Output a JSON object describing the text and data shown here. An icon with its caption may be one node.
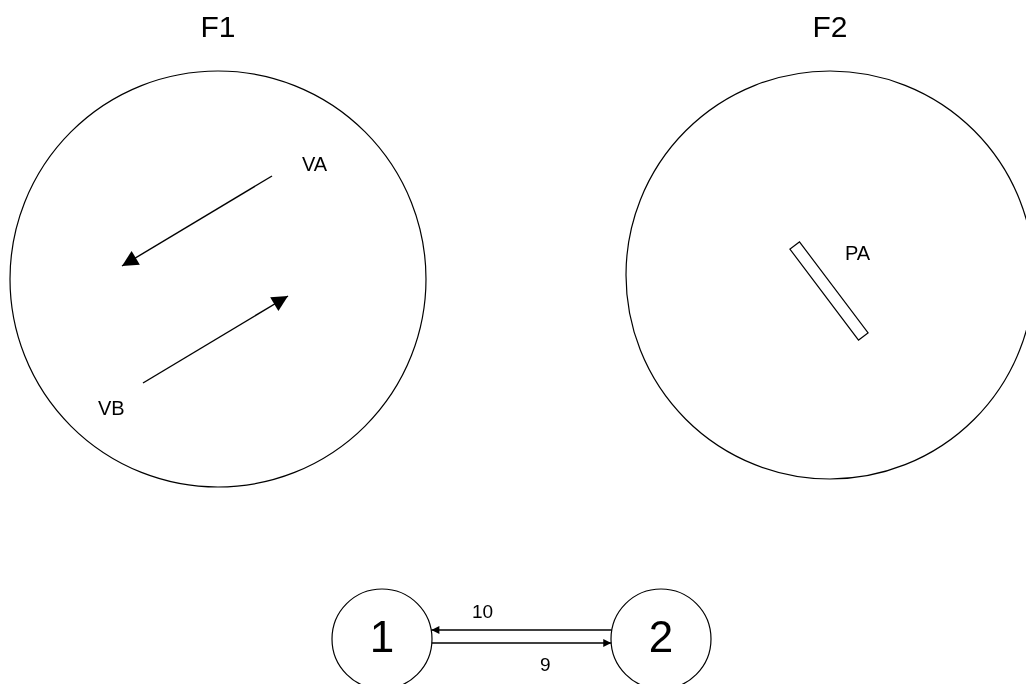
{
  "diagram": {
    "nodes": [
      {
        "text": [
          "F1"
        ]
      },
      {
        "text": [
          "F2"
        ]
      },
      {
        "text": [
          "1"
        ]
      },
      {
        "text": [
          "2"
        ]
      }
    ],
    "edges": [
      {
        "from": 3,
        "to": 2,
        "arrow": "to",
        "label": "10"
      },
      {
        "from": 2,
        "to": 3,
        "arrow": "to",
        "label": "9"
      }
    ],
    "labels": [
      "VA",
      "VB",
      "PA"
    ]
  }
}
